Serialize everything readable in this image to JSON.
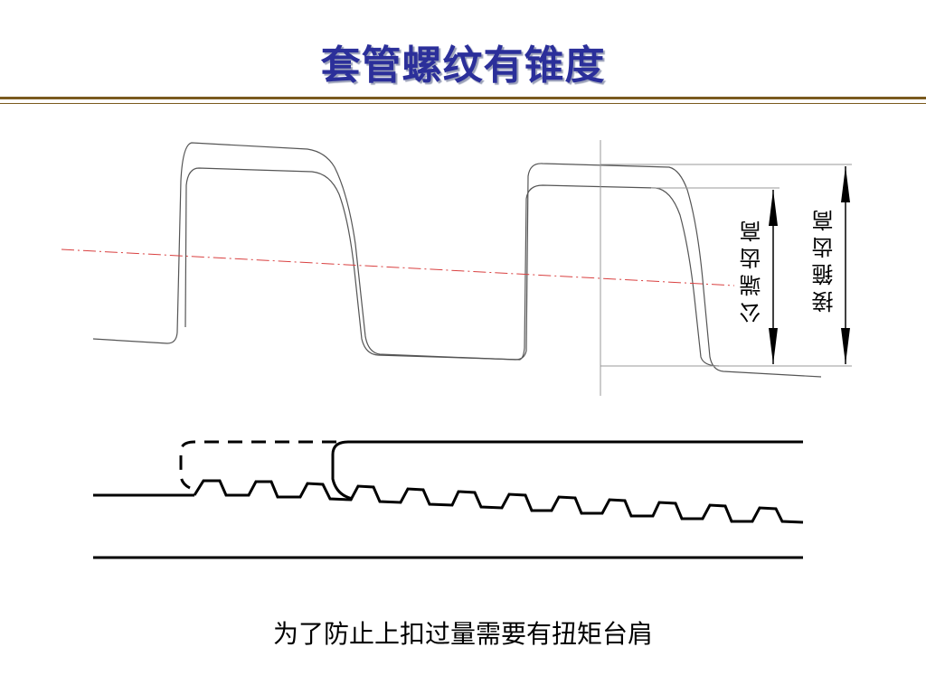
{
  "slide": {
    "title": "套管螺纹有锥度",
    "caption": "为了防止上扣过量需要有扭矩台肩"
  },
  "diagram": {
    "pin_height_label": "公端齿高",
    "coupling_height_label": "接箍齿高"
  }
}
